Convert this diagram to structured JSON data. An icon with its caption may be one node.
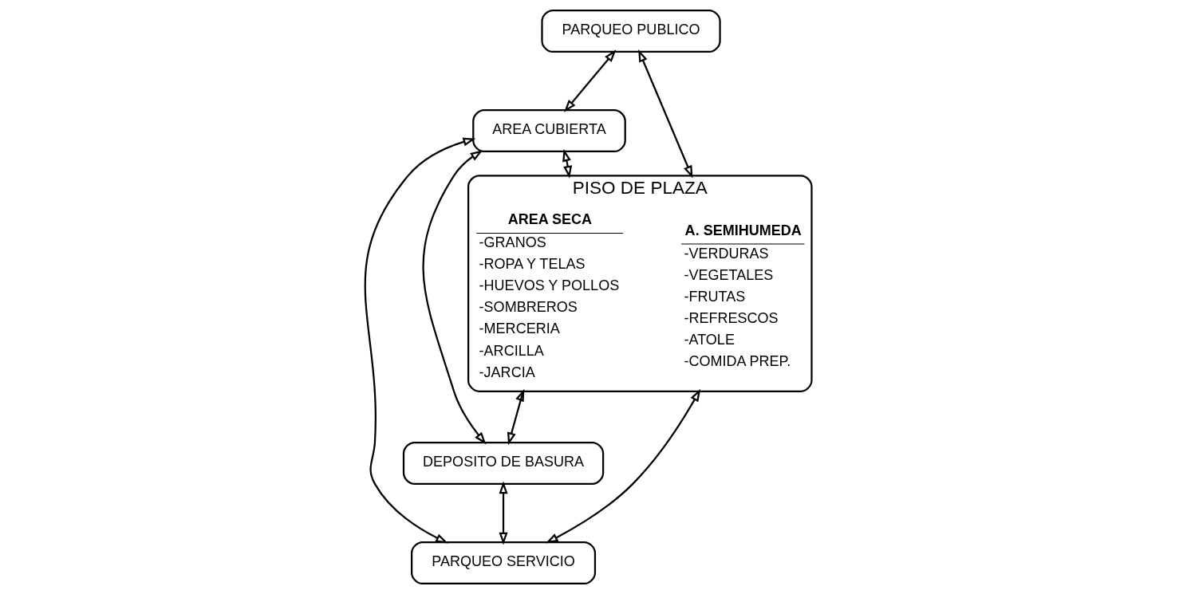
{
  "diagram": {
    "nodes": [
      {
        "text": [
          "AREA CUBIERTA"
        ]
      },
      {
        "text": [
          "DEPOSITO DE BASURA"
        ]
      },
      {
        "text": [
          "PISO DE PLAZA"
        ]
      },
      {
        "text": [
          "AREA SECA",
          "-GRANOS",
          "-ROPA Y TELAS",
          "-HUEVOS Y POLLOS",
          "-SOMBREROS",
          "-MERCERIA",
          "-ARCILLA",
          "-JARCIA"
        ],
        "in": 2
      },
      {
        "text": [
          "A. SEMIHUMEDA",
          "-VERDURAS",
          "-VEGETALES",
          "-FRUTAS",
          "-REFRESCOS",
          "-ATOLE",
          "-COMIDA PREP."
        ],
        "in": 2
      },
      {
        "text": [
          "PARQUEO PUBLICO"
        ]
      },
      {
        "text": [
          "PARQUEO SERVICIO"
        ]
      }
    ],
    "edges": [
      {
        "from": 5,
        "to": 0,
        "arrow": "both"
      },
      {
        "from": 0,
        "to": 2,
        "arrow": "both"
      },
      {
        "from": 0,
        "to": 1,
        "arrow": "both"
      },
      {
        "from": 0,
        "to": 6,
        "arrow": "both"
      },
      {
        "from": 2,
        "to": 1,
        "arrow": "both"
      },
      {
        "from": 1,
        "to": 6,
        "arrow": "both"
      },
      {
        "from": 5,
        "to": 2,
        "arrow": "both"
      },
      {
        "from": 2,
        "to": 6,
        "arrow": "both"
      }
    ]
  }
}
